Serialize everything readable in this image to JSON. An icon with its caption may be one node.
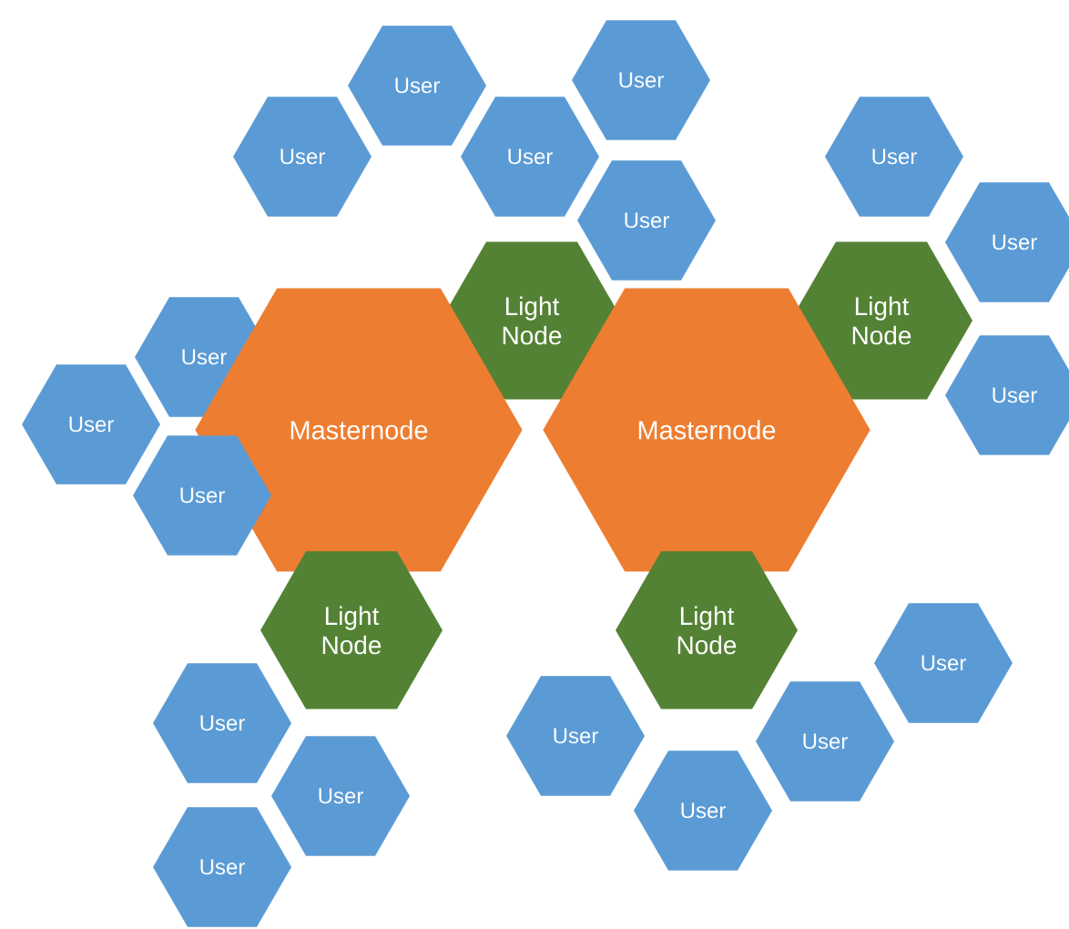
{
  "diagram": {
    "nodes": [
      {
        "text": [
          "User"
        ]
      },
      {
        "text": [
          "User"
        ]
      },
      {
        "text": [
          "User"
        ]
      },
      {
        "text": [
          "User"
        ]
      },
      {
        "text": [
          "User"
        ]
      },
      {
        "text": [
          "User"
        ]
      },
      {
        "text": [
          "User"
        ]
      },
      {
        "text": [
          "Light Node"
        ]
      },
      {
        "text": [
          "Light Node"
        ]
      },
      {
        "text": [
          "User"
        ]
      },
      {
        "text": [
          "User"
        ]
      },
      {
        "text": [
          "Masternode"
        ]
      },
      {
        "text": [
          "Masternode"
        ]
      },
      {
        "text": [
          "User"
        ]
      },
      {
        "text": [
          "User"
        ]
      },
      {
        "text": [
          "Light Node"
        ]
      },
      {
        "text": [
          "Light Node"
        ]
      },
      {
        "text": [
          "User"
        ]
      },
      {
        "text": [
          "User"
        ]
      },
      {
        "text": [
          "User"
        ]
      },
      {
        "text": [
          "User"
        ]
      },
      {
        "text": [
          "User"
        ]
      },
      {
        "text": [
          "User"
        ]
      },
      {
        "text": [
          "User"
        ]
      }
    ]
  }
}
